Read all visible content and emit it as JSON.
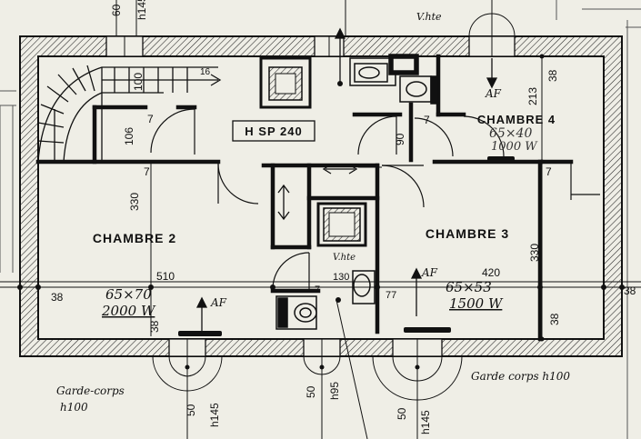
{
  "room_labels": {
    "chambre_2": "CHAMBRE 2",
    "chambre_3": "CHAMBRE 3",
    "chambre_4": "CHAMBRE 4"
  },
  "plan_note": "H SP 240",
  "vh_labels": {
    "top": "V.hte",
    "middle": "V.hte"
  },
  "af_labels": {
    "top": "AF",
    "left": "AF",
    "middle": "AF"
  },
  "handwritten": {
    "window_ch2_size": "65×70",
    "window_ch2_watts": "2000 W",
    "window_ch3_size": "65×53",
    "window_ch3_watts": "1500 W",
    "window_ch4_size": "65×40",
    "window_ch4_watts": "1000 W"
  },
  "guardrail_labels": {
    "left_line1": "Garde-corps",
    "left_line2": "h100",
    "right": "Garde corps h100"
  },
  "dimensions": {
    "top_left_a": "60",
    "top_left_b": "h145",
    "top_dim_100": "100",
    "stair_106": "106",
    "dim_7_a": "7",
    "dim_7_b": "7",
    "dim_7_c": "7",
    "dim_7_d": "7",
    "dim_7_e": "7",
    "dim_330_left": "330",
    "dim_330_right": "330",
    "dim_213": "213",
    "dim_38_top": "38",
    "dim_38_right_mid": "38",
    "dim_38_right_edge": "38",
    "dim_38_left": "38",
    "dim_38_bottom": "38",
    "dim_510": "510",
    "dim_420": "420",
    "dim_130": "130",
    "dim_90": "90",
    "dim_77": "77",
    "dim_16": "16",
    "bottom_50_a": "50",
    "bottom_h145_a": "h145",
    "bottom_50_b": "50",
    "bottom_h95": "h95",
    "bottom_50_c": "50",
    "bottom_h145_b": "h145"
  }
}
